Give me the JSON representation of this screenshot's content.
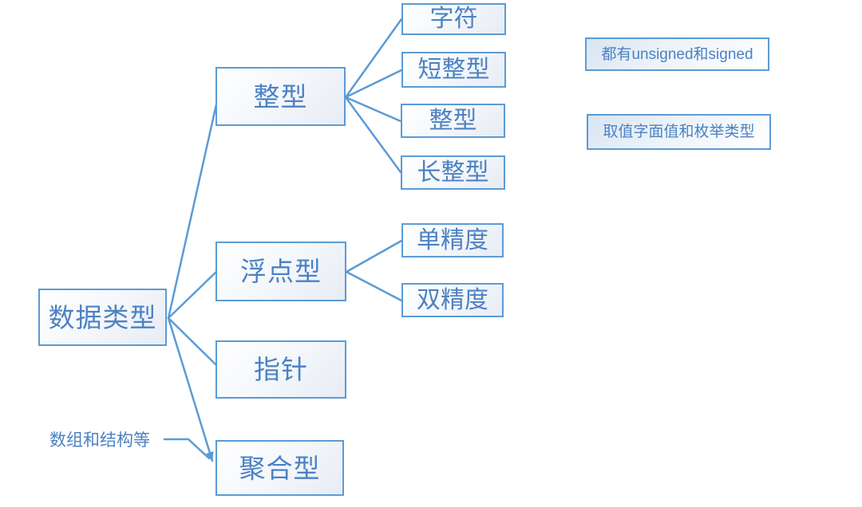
{
  "diagram": {
    "root": {
      "label": "数据类型"
    },
    "branches": [
      {
        "label": "整型"
      },
      {
        "label": "浮点型"
      },
      {
        "label": "指针"
      },
      {
        "label": "聚合型"
      }
    ],
    "integer_children": [
      {
        "label": "字符"
      },
      {
        "label": "短整型"
      },
      {
        "label": "整型"
      },
      {
        "label": "长整型"
      }
    ],
    "float_children": [
      {
        "label": "单精度"
      },
      {
        "label": "双精度"
      }
    ],
    "notes": [
      {
        "label": "都有unsigned和signed"
      },
      {
        "label": "取值字面值和枚举类型"
      }
    ],
    "callout": {
      "label": "数组和结构等"
    },
    "colors": {
      "line": "#5b9bd5",
      "node_border": "#5b9bd5",
      "text": "#4c82c3"
    }
  }
}
